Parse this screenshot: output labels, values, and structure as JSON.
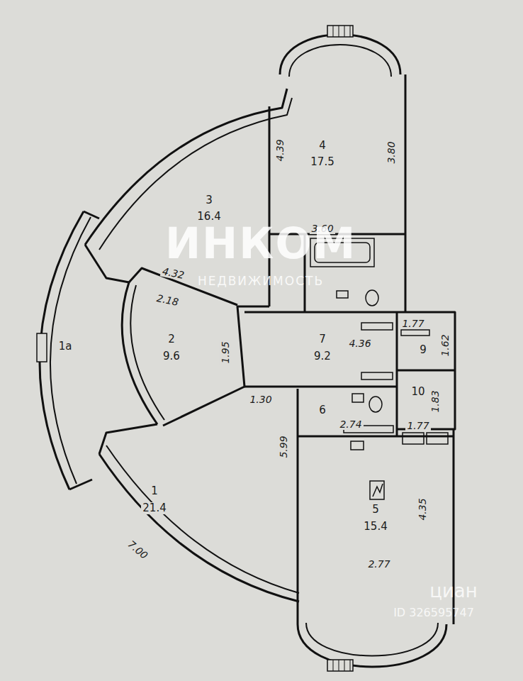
{
  "diagram": {
    "labels": [
      "4",
      "17.5",
      "4.39",
      "3.80",
      "3.60",
      "3",
      "16.4",
      "4.32",
      "1a",
      "2",
      "9.6",
      "2.18",
      "1.95",
      "7",
      "9.2",
      "4.36",
      "1.77",
      "9",
      "1.62",
      "10",
      "1.83",
      "1.77",
      "6",
      "2.74",
      "1",
      "21.4",
      "5.99",
      "1.30",
      "7.00",
      "5",
      "15.4",
      "4.35",
      "2.77",
      "ИНКОМ",
      "НЕДВИЖИМОСТЬ",
      "циан",
      "ID 326595747"
    ]
  }
}
